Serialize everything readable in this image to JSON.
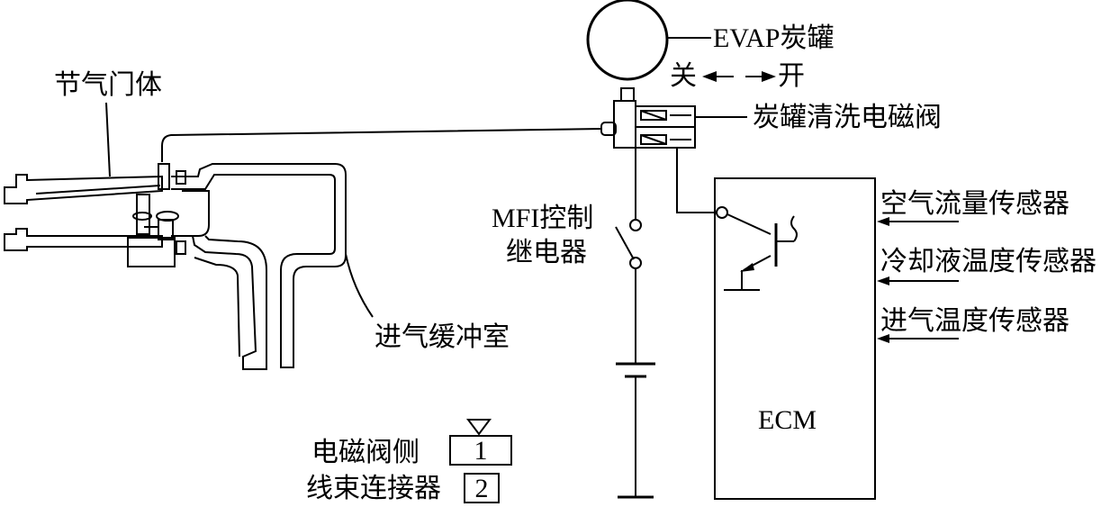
{
  "labels": {
    "evap_canister": "EVAP炭罐",
    "close": "关",
    "open": "开",
    "purge_valve": "炭罐清洗电磁阀",
    "throttle_body": "节气门体",
    "mfi_relay_line1": "MFI控制",
    "mfi_relay_line2": "继电器",
    "intake_plenum": "进气缓冲室",
    "ecm": "ECM",
    "maf_sensor": "空气流量传感器",
    "coolant_temp_sensor": "冷却液温度传感器",
    "intake_temp_sensor": "进气温度传感器",
    "connector_line1": "电磁阀侧",
    "connector_line2": "线束连接器",
    "pin1": "1",
    "pin2": "2"
  },
  "colors": {
    "line": "#000000",
    "background": "#ffffff"
  }
}
